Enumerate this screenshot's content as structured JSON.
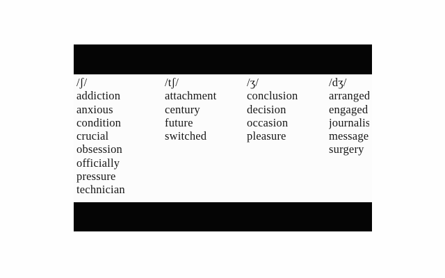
{
  "page": {
    "background_color": "#fefefe"
  },
  "pronunciation_table": {
    "bar_color": "#050505",
    "content_background_color": "#fcfcfc",
    "text_color": "#161616",
    "redacted_top_bar": "",
    "redacted_bottom_bar": "",
    "columns": [
      {
        "header": "/ʃ/",
        "words": [
          "addiction",
          "anxious",
          "condition",
          "crucial",
          "obsession",
          "officially",
          "pressure",
          "technician"
        ]
      },
      {
        "header": "/tʃ/",
        "words": [
          "attachment",
          "century",
          "future",
          "switched"
        ]
      },
      {
        "header": "/ʒ/",
        "words": [
          "conclusion",
          "decision",
          "occasion",
          "pleasure"
        ]
      },
      {
        "header": "/dʒ/",
        "words": [
          "arranged",
          "engaged",
          "journalist",
          "messages",
          "surgery"
        ]
      }
    ]
  }
}
